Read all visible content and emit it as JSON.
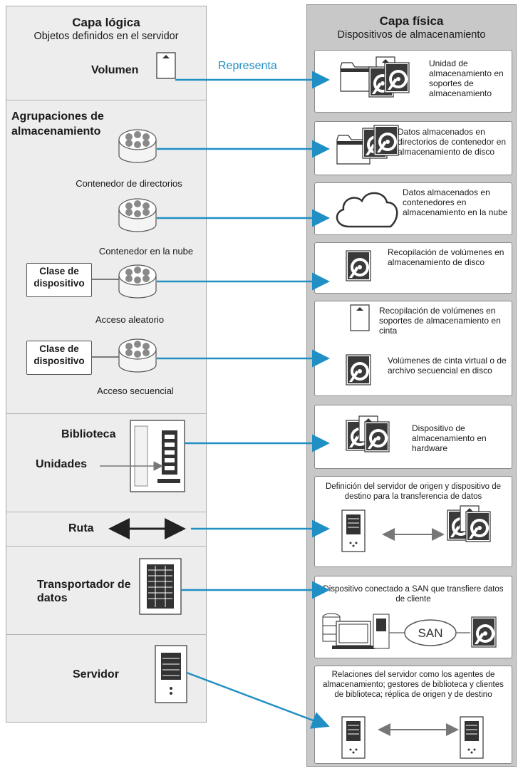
{
  "logical_layer": {
    "title": "Capa lógica",
    "subtitle": "Objetos definidos en el servidor",
    "volume_label": "Volumen",
    "storage_pools_label": "Agrupaciones de almacenamiento",
    "directory_container_label": "Contenedor de directorios",
    "cloud_container_label": "Contenedor en la nube",
    "device_class_label": "Clase de dispositivo",
    "random_access_label": "Acceso aleatorio",
    "sequential_access_label": "Acceso secuencial",
    "library_label": "Biblioteca",
    "drives_label": "Unidades",
    "path_label": "Ruta",
    "data_mover_label": "Transportador de datos",
    "server_label": "Servidor"
  },
  "represents_label": "Representa",
  "physical_layer": {
    "title": "Capa física",
    "subtitle": "Dispositivos de almacenamiento",
    "boxes": [
      {
        "text": "Unidad de almacenamiento en soportes de almacenamiento"
      },
      {
        "text": "Datos almacenados en directorios de contenedor en almacenamiento de disco"
      },
      {
        "text": "Datos almacenados en contenedores en almacenamiento en la nube"
      },
      {
        "text": "Recopilación de volúmenes en almacenamiento de disco"
      },
      {
        "text": "Recopilación de volúmenes en soportes de almacenamiento en cinta",
        "text2": "Volúmenes de cinta virtual o de archivo secuencial en disco"
      },
      {
        "text": "Dispositivo de almacenamiento en hardware"
      },
      {
        "text": "Definición del servidor de origen y dispositivo de destino para la transferencia de datos"
      },
      {
        "text": "Dispositivo conectado a SAN que transfiere datos de cliente",
        "san_label": "SAN"
      },
      {
        "text": "Relaciones del servidor como los agentes de almacenamiento; gestores de biblioteca y clientes de biblioteca; réplica de origen y de destino"
      }
    ]
  },
  "colors": {
    "arrow": "#1f8fc4",
    "represents_text": "#1f8fc4"
  }
}
